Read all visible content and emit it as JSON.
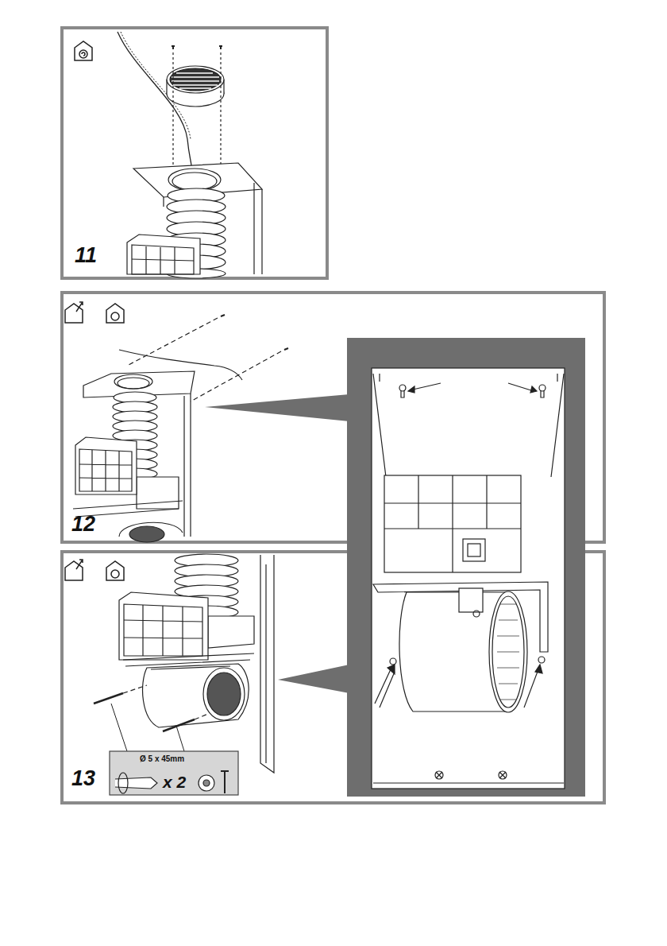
{
  "diagram": {
    "labels": [
      "11",
      "12",
      "13",
      "Ø 5 x 45mm",
      "x 2"
    ]
  }
}
